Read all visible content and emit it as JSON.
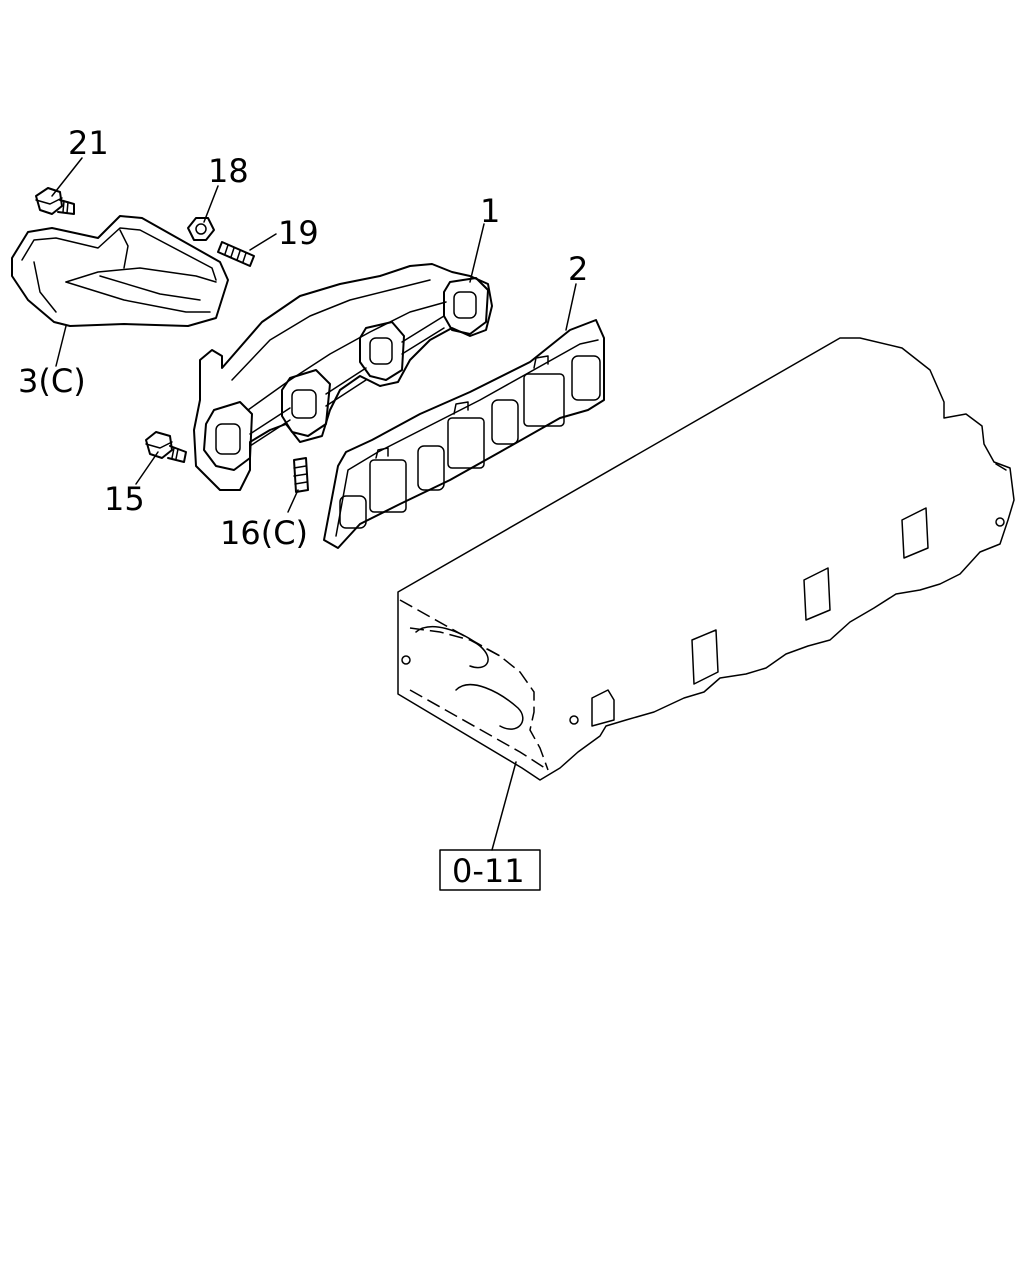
{
  "callouts": [
    {
      "id": "21",
      "text": "21"
    },
    {
      "id": "18",
      "text": "18"
    },
    {
      "id": "19",
      "text": "19"
    },
    {
      "id": "1",
      "text": "1"
    },
    {
      "id": "2",
      "text": "2"
    },
    {
      "id": "3",
      "text": "3(C)"
    },
    {
      "id": "15",
      "text": "15"
    },
    {
      "id": "16",
      "text": "16(C)"
    }
  ],
  "reference": {
    "text": "0-11"
  }
}
